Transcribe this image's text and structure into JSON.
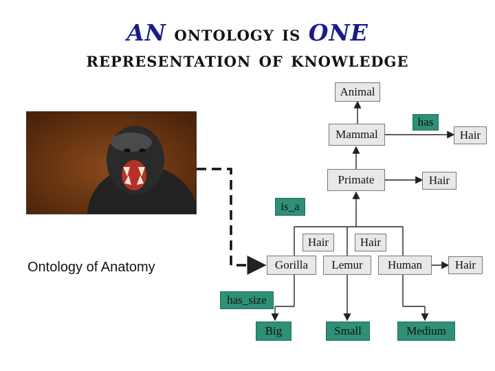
{
  "title": {
    "line1_prefix": "AN",
    "line1_mid": "ontology is",
    "line1_suffix": "ONE",
    "line2": "representation of knowledge"
  },
  "image": {
    "caption": "Ontology of Anatomy"
  },
  "nodes": {
    "animal": "Animal",
    "mammal": "Mammal",
    "primate": "Primate",
    "gorilla": "Gorilla",
    "lemur": "Lemur",
    "human": "Human",
    "big": "Big",
    "small": "Small",
    "medium": "Medium"
  },
  "relations": {
    "has": "has",
    "is_a": "is_a",
    "has_size": "has_size"
  },
  "attributes": {
    "hair_mammal": "Hair",
    "hair_primate": "Hair",
    "hair_gorilla": "Hair",
    "hair_lemur": "Hair",
    "hair_human": "Hair"
  },
  "colors": {
    "relation_box": "#2f8f77",
    "class_box": "#e8e8e8",
    "gorilla_fur": "#5a2c10"
  }
}
